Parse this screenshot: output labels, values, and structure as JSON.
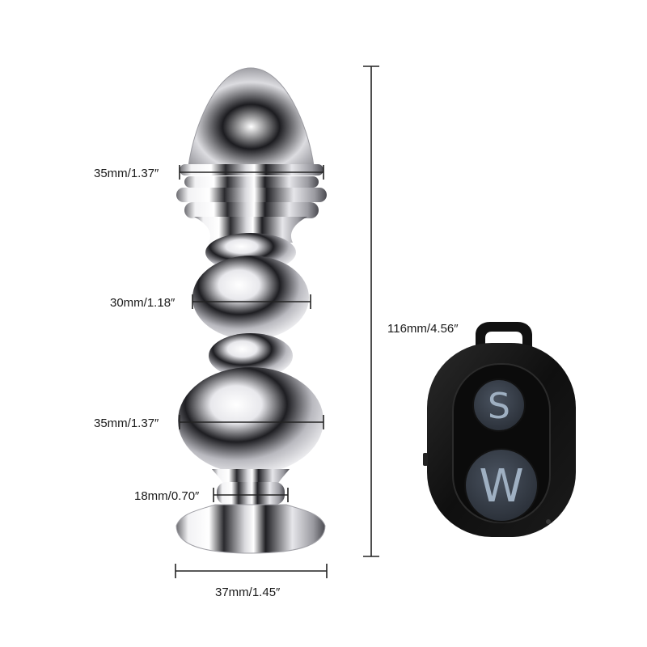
{
  "dimensions": {
    "top_width": "35mm/1.37″",
    "middle_width": "30mm/1.18″",
    "lower_width": "35mm/1.37″",
    "neck_width": "18mm/0.70″",
    "base_width": "37mm/1.45″",
    "total_length": "116mm/4.56″"
  },
  "remote": {
    "button_top_label": "S",
    "button_bottom_label": "W"
  },
  "colors": {
    "metal_light": "#f4f4f6",
    "metal_dark": "#1e1e22",
    "remote_body": "#141414",
    "button_face": "#3c4450",
    "button_letter": "#9fb0c2",
    "dimension_line": "#222222"
  }
}
